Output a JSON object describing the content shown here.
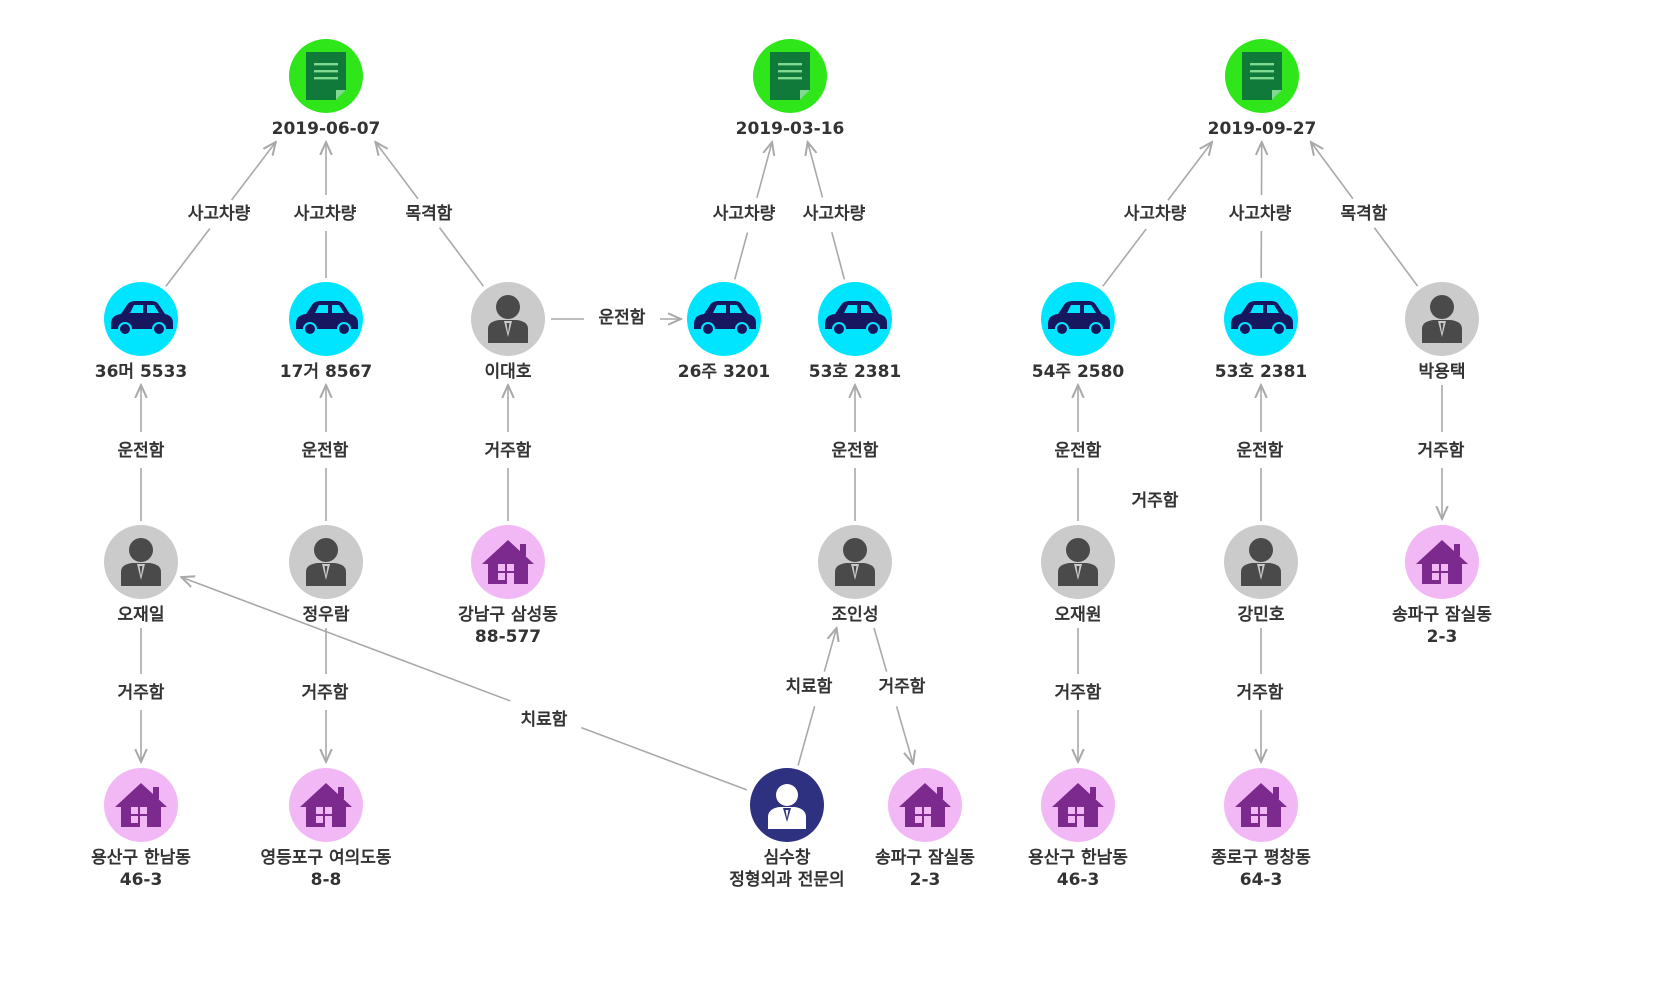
{
  "colors": {
    "event": "#2ee61a",
    "car": "#00e5ff",
    "person": "#cbcbcb",
    "house": "#f2b8f6",
    "doctor": "#2e3180",
    "edge": "#a9a9a9",
    "text": "#333333"
  },
  "nodes": [
    {
      "id": "ev1",
      "kind": "event",
      "icon": "document-icon",
      "lines": [
        "2019-06-07"
      ]
    },
    {
      "id": "ev2",
      "kind": "event",
      "icon": "document-icon",
      "lines": [
        "2019-03-16"
      ]
    },
    {
      "id": "ev3",
      "kind": "event",
      "icon": "document-icon",
      "lines": [
        "2019-09-27"
      ]
    },
    {
      "id": "car1",
      "kind": "car",
      "icon": "car-icon",
      "lines": [
        "36머 5533"
      ]
    },
    {
      "id": "car2",
      "kind": "car",
      "icon": "car-icon",
      "lines": [
        "17거 8567"
      ]
    },
    {
      "id": "p_idaeho",
      "kind": "person",
      "icon": "person-icon",
      "lines": [
        "이대호"
      ]
    },
    {
      "id": "car3",
      "kind": "car",
      "icon": "car-icon",
      "lines": [
        "26주 3201"
      ]
    },
    {
      "id": "car4",
      "kind": "car",
      "icon": "car-icon",
      "lines": [
        "53호 2381"
      ]
    },
    {
      "id": "car5",
      "kind": "car",
      "icon": "car-icon",
      "lines": [
        "54주 2580"
      ]
    },
    {
      "id": "car6",
      "kind": "car",
      "icon": "car-icon",
      "lines": [
        "53호 2381"
      ]
    },
    {
      "id": "p_park",
      "kind": "person",
      "icon": "person-icon",
      "lines": [
        "박용택"
      ]
    },
    {
      "id": "p_ojaeil",
      "kind": "person",
      "icon": "person-icon",
      "lines": [
        "오재일"
      ]
    },
    {
      "id": "p_jung",
      "kind": "person",
      "icon": "person-icon",
      "lines": [
        "정우람"
      ]
    },
    {
      "id": "h_gangnam",
      "kind": "house",
      "icon": "house-icon",
      "lines": [
        "강남구 삼성동",
        "88-577"
      ]
    },
    {
      "id": "p_cho",
      "kind": "person",
      "icon": "person-icon",
      "lines": [
        "조인성"
      ]
    },
    {
      "id": "p_ojaewon",
      "kind": "person",
      "icon": "person-icon",
      "lines": [
        "오재원"
      ]
    },
    {
      "id": "p_kang",
      "kind": "person",
      "icon": "person-icon",
      "lines": [
        "강민호"
      ]
    },
    {
      "id": "h_songpa1",
      "kind": "house",
      "icon": "house-icon",
      "lines": [
        "송파구 잠실동",
        "2-3"
      ]
    },
    {
      "id": "h_yongsan1",
      "kind": "house",
      "icon": "house-icon",
      "lines": [
        "용산구 한남동",
        "46-3"
      ]
    },
    {
      "id": "h_yeong",
      "kind": "house",
      "icon": "house-icon",
      "lines": [
        "영등포구 여의도동",
        "8-8"
      ]
    },
    {
      "id": "doc",
      "kind": "doctor",
      "icon": "doctor-icon",
      "lines": [
        "심수창",
        "정형외과  전문의"
      ]
    },
    {
      "id": "h_songpa2",
      "kind": "house",
      "icon": "house-icon",
      "lines": [
        "송파구 잠실동",
        "2-3"
      ]
    },
    {
      "id": "h_yongsan2",
      "kind": "house",
      "icon": "house-icon",
      "lines": [
        "용산구 한남동",
        "46-3"
      ]
    },
    {
      "id": "h_jongno",
      "kind": "house",
      "icon": "house-icon",
      "lines": [
        "종로구 평창동",
        "64-3"
      ]
    }
  ],
  "edges": [
    {
      "from": "car1",
      "to": "ev1",
      "label": "사고차량"
    },
    {
      "from": "car2",
      "to": "ev1",
      "label": "사고차량"
    },
    {
      "from": "p_idaeho",
      "to": "ev1",
      "label": "목격함"
    },
    {
      "from": "car3",
      "to": "ev2",
      "label": "사고차량"
    },
    {
      "from": "car4",
      "to": "ev2",
      "label": "사고차량"
    },
    {
      "from": "car5",
      "to": "ev3",
      "label": "사고차량"
    },
    {
      "from": "car6",
      "to": "ev3",
      "label": "사고차량"
    },
    {
      "from": "p_park",
      "to": "ev3",
      "label": "목격함"
    },
    {
      "from": "p_idaeho",
      "to": "car3",
      "label": "운전함"
    },
    {
      "from": "p_ojaeil",
      "to": "car1",
      "label": "운전함"
    },
    {
      "from": "p_jung",
      "to": "car2",
      "label": "운전함"
    },
    {
      "from": "h_gangnam",
      "to": "p_idaeho",
      "label": "거주함"
    },
    {
      "from": "p_cho",
      "to": "car4",
      "label": "운전함"
    },
    {
      "from": "p_ojaewon",
      "to": "car5",
      "label": "운전함"
    },
    {
      "from": "p_kang",
      "to": "car6",
      "label": "운전함"
    },
    {
      "from": "p_park",
      "to": "h_songpa1",
      "label": "거주함"
    },
    {
      "from": "p_ojaeil",
      "to": "h_yongsan1",
      "label": "거주함"
    },
    {
      "from": "p_jung",
      "to": "h_yeong",
      "label": "거주함"
    },
    {
      "from": "doc",
      "to": "p_ojaeil",
      "label": "치료함"
    },
    {
      "from": "doc",
      "to": "p_cho",
      "label": "치료함"
    },
    {
      "from": "p_cho",
      "to": "h_songpa2",
      "label": "거주함"
    },
    {
      "from": "p_ojaewon",
      "to": "h_yongsan2",
      "label": "거주함"
    },
    {
      "from": "p_kang",
      "to": "h_jongno",
      "label": "거주함"
    }
  ],
  "free_labels": [
    {
      "id": "stray",
      "text": "거주함"
    }
  ]
}
